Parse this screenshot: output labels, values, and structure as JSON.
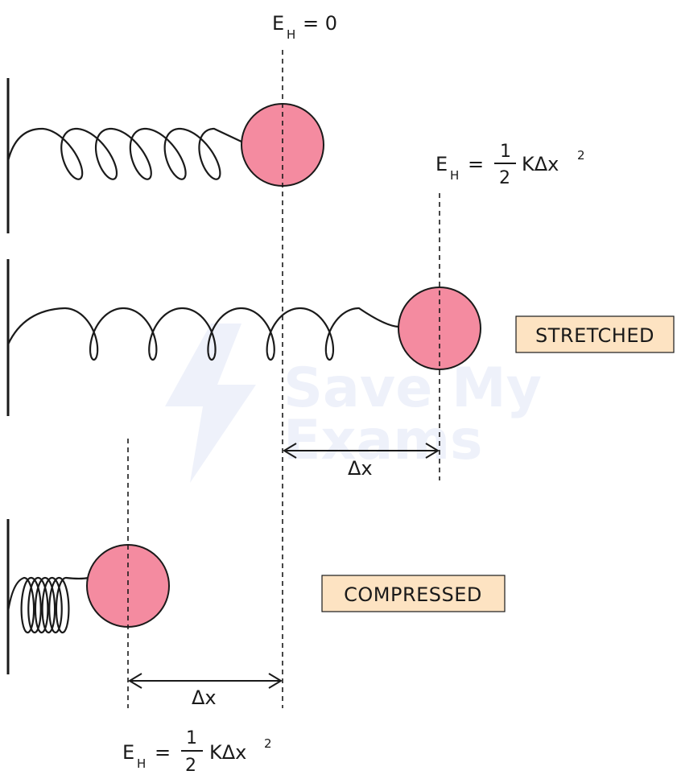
{
  "equations": {
    "top": {
      "lhs": "E",
      "sub": "H",
      "rhs": "= 0"
    },
    "stretched": {
      "lhs": "E",
      "sub": "H",
      "eq": "=",
      "num": "1",
      "den": "2",
      "body": "KΔx",
      "sup": "2"
    },
    "compressed": {
      "lhs": "E",
      "sub": "H",
      "eq": "=",
      "num": "1",
      "den": "2",
      "body": "KΔx",
      "sup": "2"
    }
  },
  "displacement_labels": {
    "stretched": "Δx",
    "compressed": "Δx"
  },
  "tags": {
    "stretched": "STRETCHED",
    "compressed": "COMPRESSED"
  },
  "watermark": {
    "line1": "Save My",
    "line2": "Exams"
  },
  "colors": {
    "mass_fill": "#f48ba0",
    "tag_fill": "#fde3c2",
    "ink": "#1a1a1a",
    "watermark": "#eef1fa"
  }
}
